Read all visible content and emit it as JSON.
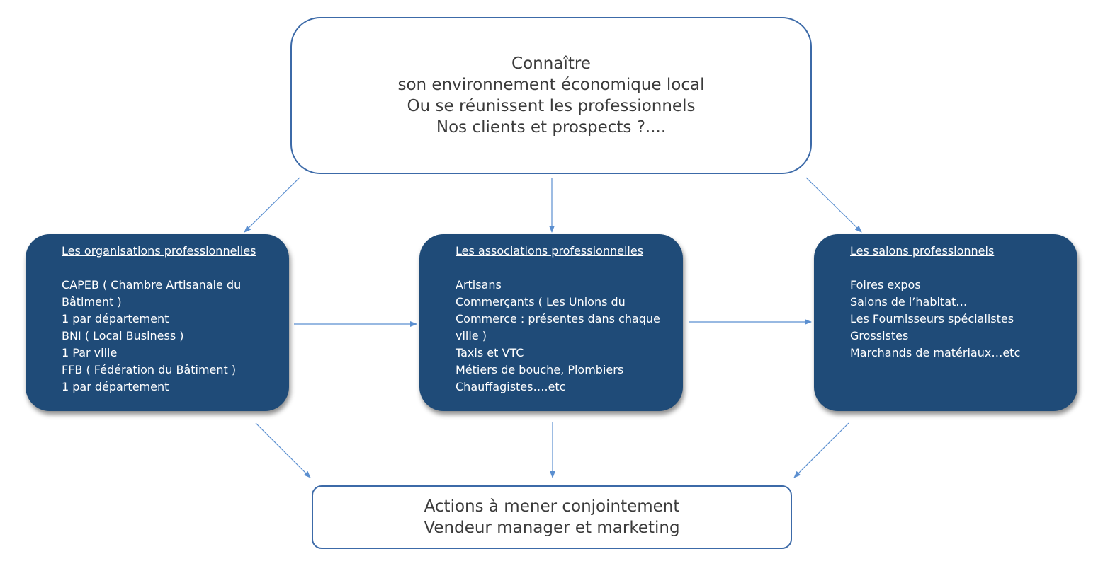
{
  "top_box": {
    "lines": [
      "Connaître",
      "son environnement économique local",
      "Ou se réunissent les professionnels",
      "Nos clients et prospects ?...."
    ]
  },
  "left_box": {
    "title": "Les organisations professionnelles",
    "items": [
      "CAPEB ( Chambre Artisanale du Bâtiment )",
      "1 par département",
      "BNI ( Local Business )",
      "1 Par ville",
      "FFB ( Fédération du Bâtiment )",
      "1 par département"
    ]
  },
  "middle_box": {
    "title": "Les associations professionnelles",
    "items": [
      "Artisans",
      "Commerçants ( Les Unions du Commerce : présentes dans chaque ville )",
      "Taxis et VTC",
      "Métiers de bouche, Plombiers",
      "Chauffagistes….etc"
    ]
  },
  "right_box": {
    "title": "Les salons professionnels",
    "items": [
      "Foires expos",
      "Salons de l’habitat…",
      "Les Fournisseurs spécialistes",
      "Grossistes",
      "Marchands de matériaux…etc"
    ]
  },
  "bottom_box": {
    "lines": [
      "Actions à mener conjointement",
      "Vendeur manager et marketing"
    ]
  },
  "colors": {
    "box_fill": "#1f4b78",
    "border": "#3c6aa8",
    "arrow": "#5b8fd0",
    "text_dark": "#3b3b3b"
  }
}
